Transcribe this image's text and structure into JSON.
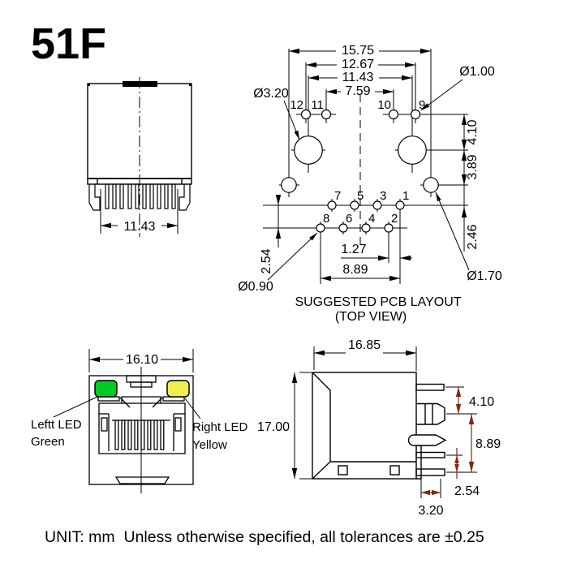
{
  "title": "51F",
  "colors": {
    "led_green": "#00cc22",
    "led_yellow": "#efef4e",
    "dim_red": "#7b2d12",
    "line_black": "#000000"
  },
  "top_view": {
    "pin_field_width": "11.43"
  },
  "pcb_layout": {
    "caption_line1": "SUGGESTED PCB LAYOUT",
    "caption_line2": "(TOP VIEW)",
    "dims": {
      "mount_hole_span": "15.75",
      "led_pin_outer_span": "12.67",
      "post_hole_span": "11.43",
      "led_pin_inner_span": "7.59",
      "led_row_to_post": "4.10",
      "post_to_mount": "3.89",
      "mount_to_pin_row": "2.46",
      "pin_row_pitch": "2.54",
      "pin_stagger": "1.27",
      "pin_row_span": "8.89"
    },
    "holes": {
      "post_dia": "Ø3.20",
      "led_pin_dia": "Ø1.00",
      "mount_dia": "Ø1.70",
      "signal_pin_dia": "Ø0.90"
    },
    "pin_labels": [
      "1",
      "2",
      "3",
      "4",
      "5",
      "6",
      "7",
      "8",
      "9",
      "10",
      "11",
      "12"
    ]
  },
  "front_view": {
    "width": "16.10",
    "left_led_line1": "Leftt LED",
    "left_led_line2": "Green",
    "right_led_line1": "Right LED",
    "right_led_line2": "Yellow"
  },
  "side_view": {
    "width": "16.85",
    "height": "17.00",
    "led_pin_offset": "4.10",
    "pin_depth": "8.89",
    "pin_pitch": "2.54",
    "leg_offset": "3.20"
  },
  "footer": {
    "note": "UNIT: mm  Unless otherwise specified, all tolerances are ±0.25"
  }
}
